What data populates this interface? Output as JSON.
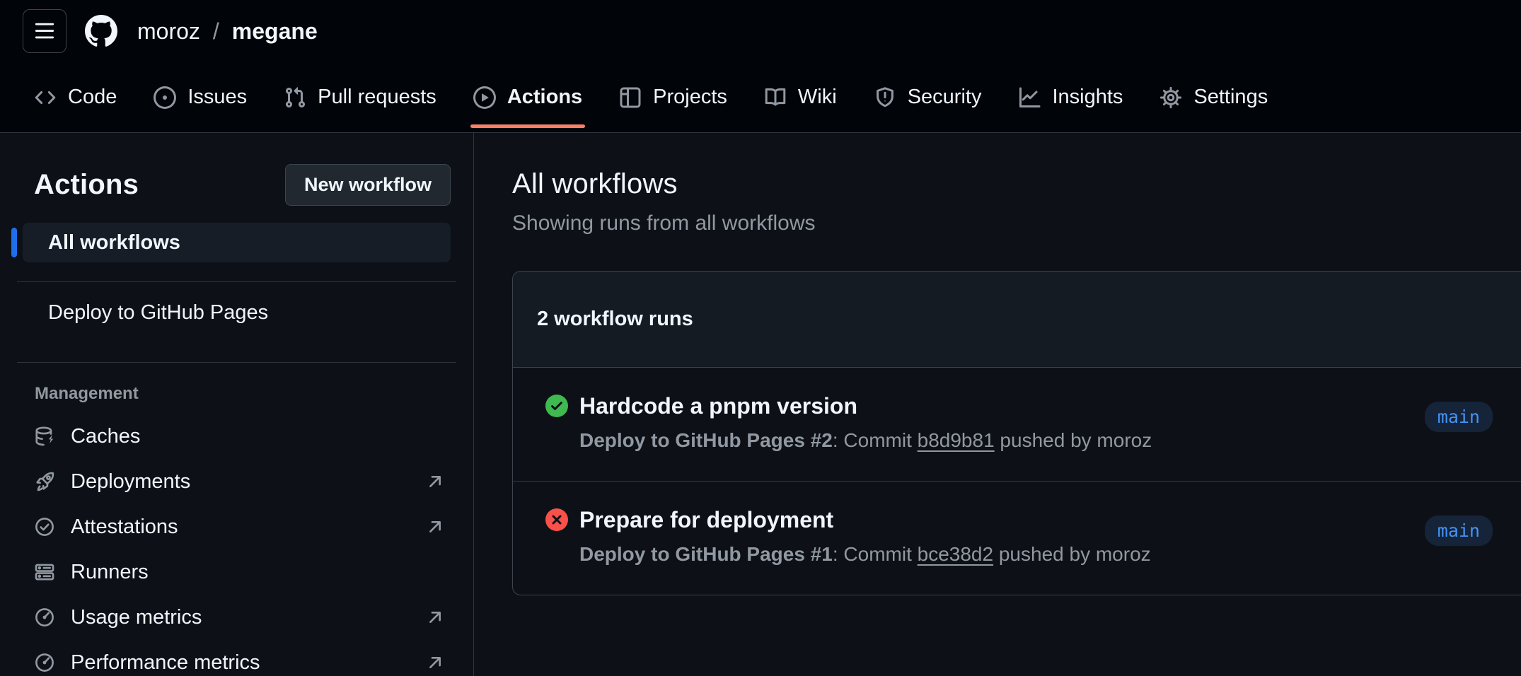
{
  "header": {
    "owner": "moroz",
    "separator": "/",
    "repo": "megane"
  },
  "nav": {
    "selected": "Actions",
    "tabs": [
      {
        "label": "Code",
        "icon": "code-icon"
      },
      {
        "label": "Issues",
        "icon": "issue-opened-icon"
      },
      {
        "label": "Pull requests",
        "icon": "git-pull-request-icon"
      },
      {
        "label": "Actions",
        "icon": "play-circle-icon"
      },
      {
        "label": "Projects",
        "icon": "project-table-icon"
      },
      {
        "label": "Wiki",
        "icon": "book-icon"
      },
      {
        "label": "Security",
        "icon": "shield-icon"
      },
      {
        "label": "Insights",
        "icon": "graph-icon"
      },
      {
        "label": "Settings",
        "icon": "gear-icon"
      }
    ]
  },
  "sidebar": {
    "title": "Actions",
    "new_workflow_button": "New workflow",
    "all_workflows": "All workflows",
    "workflow_links": [
      {
        "label": "Deploy to GitHub Pages"
      }
    ],
    "management": {
      "heading": "Management",
      "items": [
        {
          "label": "Caches",
          "icon": "cache-icon",
          "external": false
        },
        {
          "label": "Deployments",
          "icon": "rocket-icon",
          "external": true
        },
        {
          "label": "Attestations",
          "icon": "verified-icon",
          "external": true
        },
        {
          "label": "Runners",
          "icon": "server-icon",
          "external": false
        },
        {
          "label": "Usage metrics",
          "icon": "meter-icon",
          "external": true
        },
        {
          "label": "Performance metrics",
          "icon": "meter-icon",
          "external": true
        }
      ]
    }
  },
  "main": {
    "heading": "All workflows",
    "subheading": "Showing runs from all workflows",
    "panel": {
      "count_label": "2 workflow runs",
      "runs": [
        {
          "status": "success",
          "title": "Hardcode a pnpm version",
          "workflow_ref": "Deploy to GitHub Pages #2",
          "colon_commit": ": Commit ",
          "commit": "b8d9b81",
          "pushed_by": " pushed by moroz",
          "branch": "main"
        },
        {
          "status": "failure",
          "title": "Prepare for deployment",
          "workflow_ref": "Deploy to GitHub Pages #1",
          "colon_commit": ": Commit ",
          "commit": "bce38d2",
          "pushed_by": " pushed by moroz",
          "branch": "main"
        }
      ]
    }
  },
  "colors": {
    "header_bg": "#010409",
    "page_bg": "#0d1117",
    "panel_header_bg": "#151b23",
    "border": "#3d444d",
    "text": "#f0f6fc",
    "muted_text": "#9198a1",
    "tab_underline_orange": "#f78166",
    "selected_accent_blue": "#1f6feb",
    "success_green": "#3fb950",
    "danger_red": "#f85149",
    "branch_badge_text": "#4493f8"
  }
}
